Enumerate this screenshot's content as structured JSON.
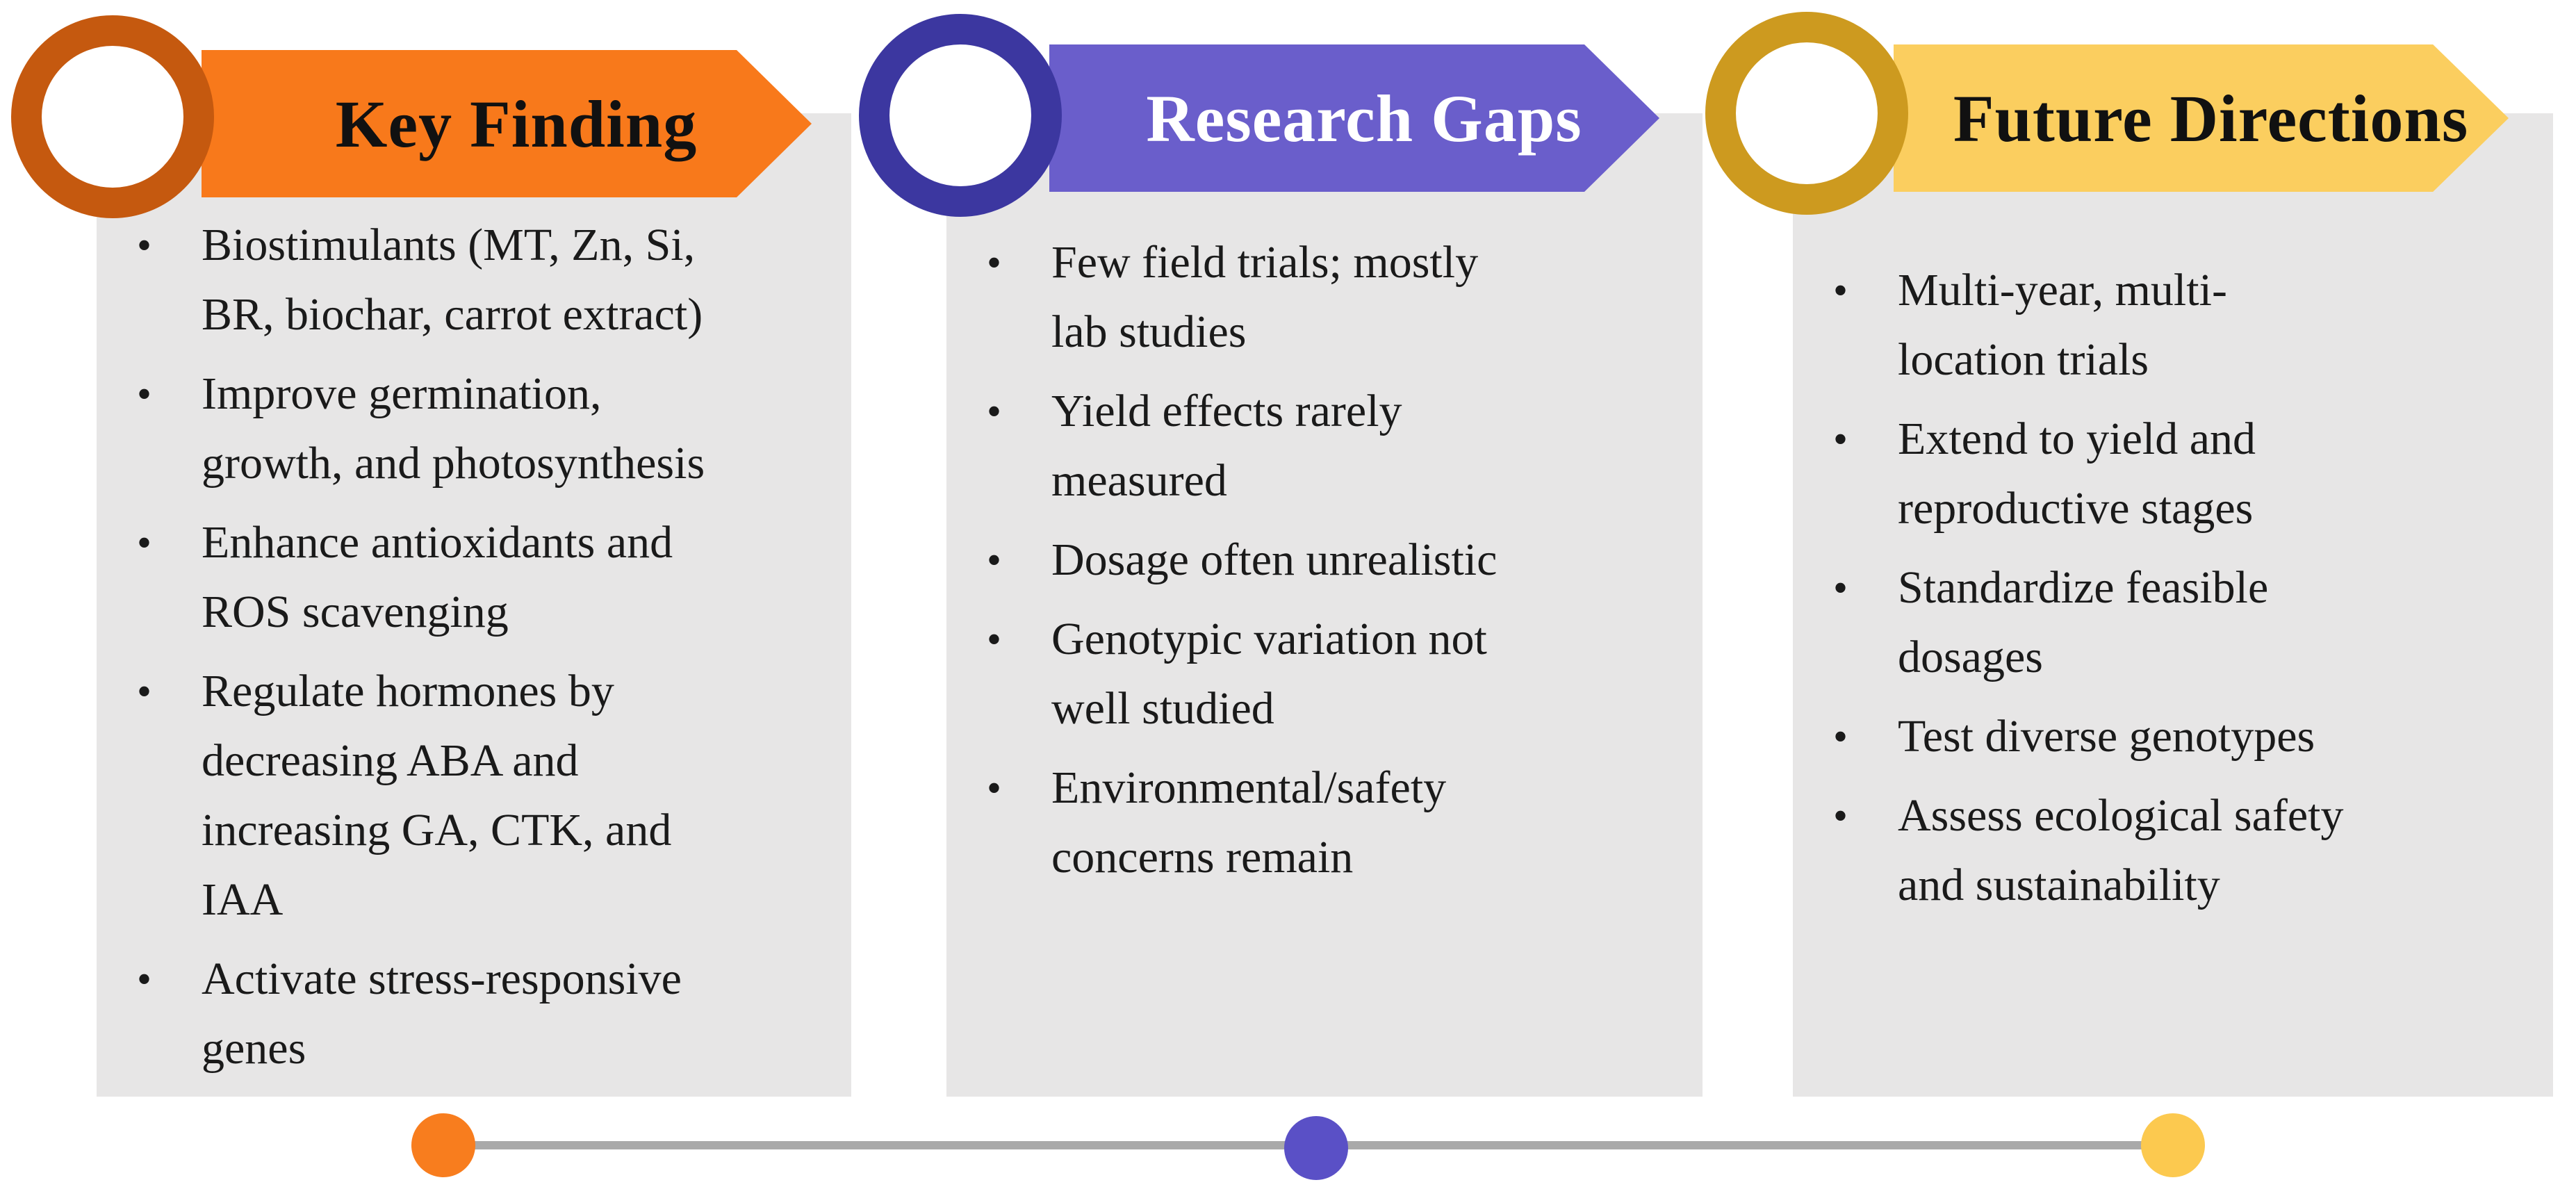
{
  "panel_color": "#E7E6E6",
  "timeline": {
    "line_color": "#A9A9A9"
  },
  "columns": [
    {
      "title": "Key Finding",
      "title_color": "#111111",
      "arrow_color": "#F8791B",
      "ring_color": "#C5590F",
      "dot_color": "#F87D1E",
      "bullets": [
        "Biostimulants (MT, Zn, Si,\nBR, biochar, carrot extract)",
        "Improve germination,\ngrowth, and photosynthesis",
        "Enhance antioxidants and\nROS scavenging",
        "Regulate hormones by\ndecreasing ABA and\nincreasing GA, CTK, and\nIAA",
        "Activate stress-responsive\ngenes"
      ]
    },
    {
      "title": "Research Gaps",
      "title_color": "#FFFFFF",
      "arrow_color": "#6A5ECB",
      "ring_color": "#3C37A0",
      "dot_color": "#5A50C6",
      "bullets": [
        "Few field trials; mostly\nlab studies",
        "Yield effects rarely\nmeasured",
        "Dosage often unrealistic",
        "Genotypic variation not\nwell studied",
        "Environmental/safety\nconcerns remain"
      ]
    },
    {
      "title": "Future Directions",
      "title_color": "#111111",
      "arrow_color": "#FBCE5F",
      "ring_color": "#CD9A1F",
      "dot_color": "#FCC94F",
      "bullets": [
        "Multi-year, multi-\nlocation trials",
        "Extend to yield and\nreproductive stages",
        "Standardize feasible\ndosages",
        "Test diverse genotypes",
        "Assess ecological safety\nand sustainability"
      ]
    }
  ]
}
